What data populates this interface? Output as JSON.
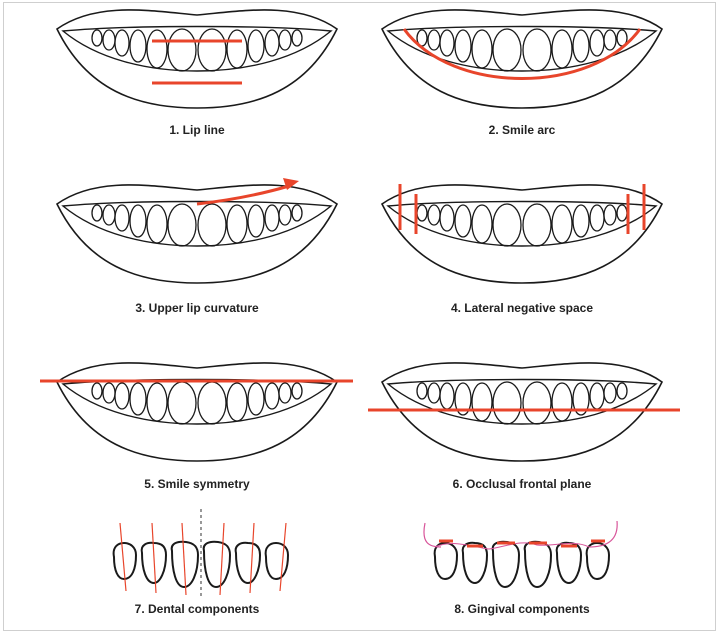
{
  "colors": {
    "line": "#1a1a1a",
    "accent": "#e8452b",
    "gum": "#d8559a"
  },
  "panels": [
    {
      "id": "lip-line",
      "label": "1. Lip line"
    },
    {
      "id": "smile-arc",
      "label": "2. Smile arc"
    },
    {
      "id": "upper-lip-curvature",
      "label": "3. Upper lip curvature"
    },
    {
      "id": "lateral-negative-space",
      "label": "4. Lateral negative space"
    },
    {
      "id": "smile-symmetry",
      "label": "5. Smile symmetry"
    },
    {
      "id": "occlusal-frontal-plane",
      "label": "6. Occlusal frontal plane"
    },
    {
      "id": "dental-components",
      "label": "7. Dental components"
    },
    {
      "id": "gingival-components",
      "label": "8. Gingival components"
    }
  ]
}
